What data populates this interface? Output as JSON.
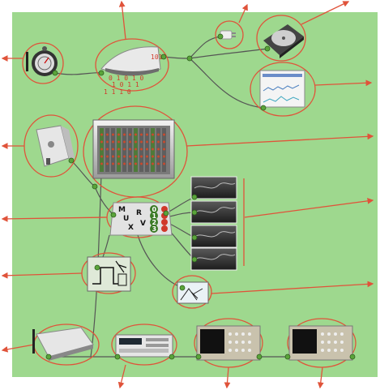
{
  "colors": {
    "background": "#9ed88e",
    "frame": "#ffffff",
    "callout_arrow": "#e0533a",
    "connector_node": "#5aa43a",
    "cable": "#5a5a5a"
  },
  "mux": {
    "letters_left": [
      "M",
      "U",
      "X"
    ],
    "letters_right": [
      "R",
      "V"
    ],
    "channels": [
      "0",
      "1",
      "2",
      "3"
    ]
  },
  "binary_stream": {
    "rows": [
      "1010",
      "0 1 0   1 0",
      "1  0   1   1",
      "1    1  1  0"
    ]
  },
  "icons": [
    "stopwatch-icon",
    "server-rack-icon",
    "hard-drive-icon",
    "power-plug-icon",
    "monitor-screen-icon",
    "fpga-tower-icon",
    "crate-chassis-icon",
    "mux-icon",
    "oscilloscope-screen-icon",
    "pulse-waveform-icon",
    "circuit-schematic-icon",
    "daq-box-icon",
    "function-generator-icon",
    "oscilloscope-icon"
  ]
}
